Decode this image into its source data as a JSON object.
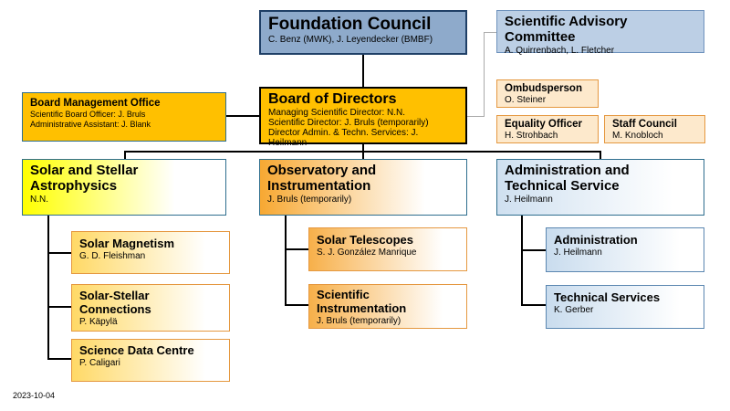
{
  "foundation_council": {
    "title": "Foundation Council",
    "members": "C. Benz (MWK), J. Leyendecker (BMBF)"
  },
  "advisory": {
    "title": "Scientific Advisory Committee",
    "members": "A. Quirrenbach, L. Fletcher"
  },
  "bmo": {
    "title": "Board Management Office",
    "line1": "Scientific Board Officer: J. Bruls",
    "line2": "Administrative Assistant: J. Blank"
  },
  "board": {
    "title": "Board of Directors",
    "line1": "Managing Scientific Director: N.N.",
    "line2": "Scientific Director: J. Bruls (temporarily)",
    "line3": "Director Admin. & Techn. Services: J. Heilmann"
  },
  "ombudsperson": {
    "title": "Ombudsperson",
    "name": "O. Steiner"
  },
  "equality": {
    "title": "Equality Officer",
    "name": "H. Strohbach"
  },
  "staff_council": {
    "title": "Staff Council",
    "name": "M. Knobloch"
  },
  "departments": [
    {
      "title": "Solar and Stellar Astrophysics",
      "head": "N.N.",
      "groups": [
        {
          "title": "Solar Magnetism",
          "head": "G. D. Fleishman"
        },
        {
          "title": "Solar-Stellar Connections",
          "head": "P. Käpylä"
        },
        {
          "title": "Science Data Centre",
          "head": "P. Caligari"
        }
      ]
    },
    {
      "title": "Observatory and Instrumentation",
      "head": "J. Bruls (temporarily)",
      "groups": [
        {
          "title": "Solar Telescopes",
          "head": "S. J. González Manrique"
        },
        {
          "title": "Scientific Instrumentation",
          "head": "J. Bruls (temporarily)"
        }
      ]
    },
    {
      "title": "Administration and Technical Service",
      "head": "J. Heilmann",
      "groups": [
        {
          "title": "Administration",
          "head": "J. Heilmann"
        },
        {
          "title": "Technical Services",
          "head": "K. Gerber"
        }
      ]
    }
  ],
  "date": "2023-10-04"
}
